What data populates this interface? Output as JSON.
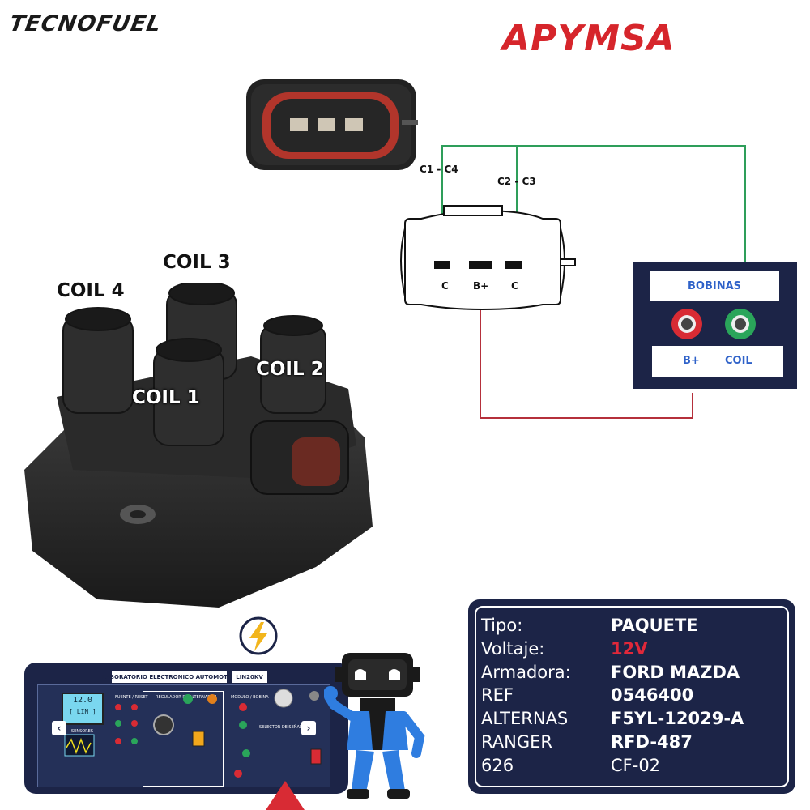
{
  "brands": {
    "left_logo": "TECNOFUEL",
    "right_logo": "APYMSA"
  },
  "coils": {
    "coil1": "COIL 1",
    "coil2": "COIL 2",
    "coil3": "COIL 3",
    "coil4": "COIL 4"
  },
  "connector_diagram": {
    "label_c1c4": "C1 - C4",
    "label_c2c3": "C2 - C3",
    "pin_left": "C",
    "pin_middle": "B+",
    "pin_right": "C"
  },
  "bobinas": {
    "title": "BOBINAS",
    "left_label": "B+",
    "right_label": "COIL"
  },
  "specs": [
    {
      "label": "Tipo:",
      "value": "PAQUETE"
    },
    {
      "label": "Voltaje:",
      "value": "12V"
    },
    {
      "label": "Armadora:",
      "value": "FORD MAZDA"
    },
    {
      "label": "REF",
      "value": "0546400"
    },
    {
      "label": "ALTERNAS",
      "value": "F5YL-12029-A"
    },
    {
      "label": "RANGER",
      "value": "RFD-487"
    },
    {
      "label": "626",
      "value": "CF-02"
    }
  ],
  "lab": {
    "title": "LABORATORIO ELECTRONICO AUTOMOTOR",
    "model": "LIN20KV",
    "screen_value": "12.0",
    "screen_sub": "[ LIN ]",
    "section_fuente": "FUENTE / RESET",
    "section_regulador": "REGULADOR DE ALTERNADOR",
    "section_modulo": "MODULO / BOBINA",
    "section_sensores": "SENSORES",
    "section_selector": "SELECTOR DE SEÑAL",
    "prev": "‹",
    "next": "›"
  },
  "colors": {
    "navy": "#1c2447",
    "accent_blue": "#2f62c9",
    "wire_green": "#2e9e5a",
    "wire_red": "#b5303b",
    "volt_red": "#e0283a"
  },
  "icons": [
    "lightning-icon",
    "robot-mascot",
    "warning-triangle-icon",
    "thumbs-up-icon"
  ]
}
